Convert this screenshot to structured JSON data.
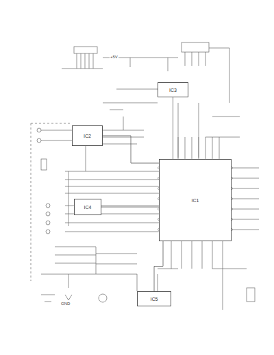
{
  "diagram": {
    "nodes": [
      {
        "text": [
          "IC1"
        ]
      },
      {
        "text": [
          "IC2"
        ]
      },
      {
        "text": [
          "IC3"
        ]
      },
      {
        "text": [
          "IC4"
        ]
      },
      {
        "text": [
          "IC5"
        ]
      }
    ],
    "edges": [
      {
        "from": 1,
        "to": 0,
        "arrow": "none"
      },
      {
        "from": 2,
        "to": 0,
        "arrow": "none"
      },
      {
        "from": 3,
        "to": 0,
        "arrow": "none"
      },
      {
        "from": 4,
        "to": 0,
        "arrow": "none"
      }
    ],
    "labels": [
      "+5V",
      "GND"
    ]
  }
}
